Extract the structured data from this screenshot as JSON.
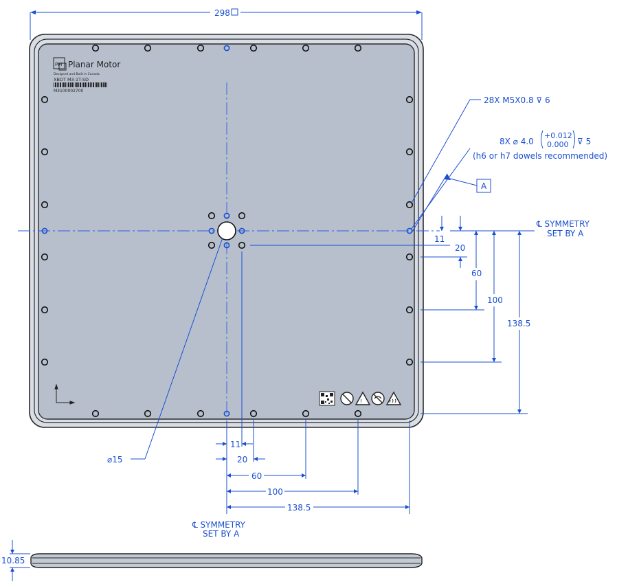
{
  "drawing": {
    "overall_width": "298",
    "square_symbol": "□",
    "callout_tapped": "28X M5X0.8 ⊽ 6",
    "callout_dowel_main": "8X ⌀ 4.0",
    "callout_dowel_tol_upper": "+0.012",
    "callout_dowel_tol_lower": "0.000",
    "callout_dowel_depth": "⊽ 5",
    "callout_dowel_note": "(h6 or h7 dowels recommended)",
    "datum": "A",
    "symmetry_line1": "℄ SYMMETRY",
    "symmetry_line2": "SET BY A",
    "bottom_symmetry_line1": "℄ SYMMETRY",
    "bottom_symmetry_line2": "SET BY A",
    "center_hole_dia": "⌀15",
    "thickness": "10.85",
    "right_dims": [
      "11",
      "20",
      "60",
      "100",
      "138.5"
    ],
    "bottom_dims": [
      "11",
      "20",
      "60",
      "100",
      "138.5"
    ]
  },
  "label": {
    "brand": "Planar Motor",
    "logo_letters": "PM",
    "line_small": "Designed and Built in Canada",
    "part_number": "XBOT M3-1T-SD",
    "serial": "M3100002700"
  },
  "colors": {
    "plate_fill": "#b7bfcd",
    "plate_edge": "#2b2b2b",
    "dimension_blue": "#1a4fd0"
  }
}
